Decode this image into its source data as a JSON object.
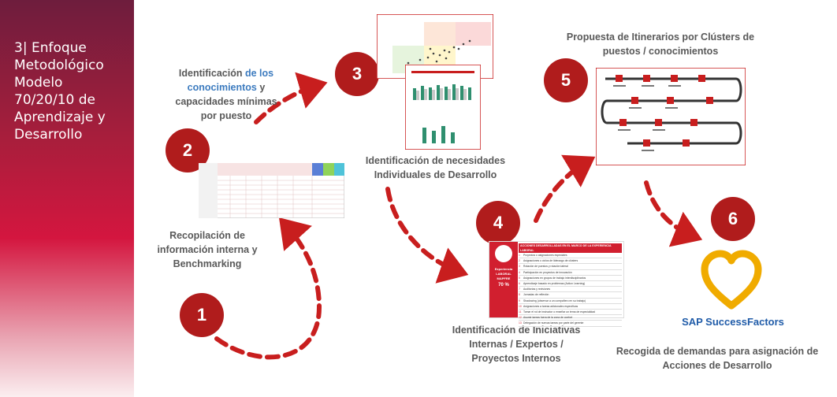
{
  "sidebar": {
    "title": "3| Enfoque\nMetodológico\nModelo\n70/20/10 de\nAprendizaje y\nDesarrollo"
  },
  "steps": [
    {
      "number": "1"
    },
    {
      "number": "2",
      "label_a": "Identificación ",
      "label_b": "de los conocimientos",
      "label_c": " y capacidades mínimas por puesto"
    },
    {
      "number": "3",
      "label": "Identificación de necesidades Individuales de Desarrollo"
    },
    {
      "number": "4",
      "label": "Identificación de Iniciativas Internas / Expertos / Proyectos Internos"
    },
    {
      "number": "5",
      "label": "Propuesta de Itinerarios por Clústers de puestos / conocimientos"
    },
    {
      "number": "6",
      "label": "Recogida de demandas para asignación de Acciones de Desarrollo"
    }
  ],
  "step1_label": "Recopilación de información interna y Benchmarking",
  "table4": {
    "header": "ACCIONES DESARROLLADAS EN EL MARCO DE LA EXPERIENCIA LABORAL",
    "left_lines": [
      "Experiencia",
      "LABORAL",
      "MAPFRE",
      "70 %"
    ],
    "rows": [
      "Proyectos o asignaciones especiales",
      "Asignaciones o ciclos de liderazgo de clústers",
      "Rotación de puestos y rotación lateral",
      "Participación en proyectos de innovación",
      "Asignaciones en grupos de trabajo interdisciplinarios",
      "Aprendizaje basado en problemas (Action Learning)",
      "Auditorías y revisiones",
      "Jornadas de reflexión",
      "Shadowing (observar a un compañero en su trabajo)",
      "Asignaciones a tareas adicionales específicas",
      "Tomar el rol de instructor o enseñar un tema de especialidad",
      "Asumir tareas fuera de la zona de confort",
      "Delegación de nuevas tareas por parte del gerente"
    ]
  },
  "brand": {
    "text": "SAP SuccessFactors",
    "heart_color": "#f0ab00",
    "text_color": "#1f5ba8"
  },
  "colors": {
    "accent": "#b01c1c",
    "arrow": "#c81e1e",
    "label": "#595959",
    "highlight": "#3c7bbf"
  }
}
